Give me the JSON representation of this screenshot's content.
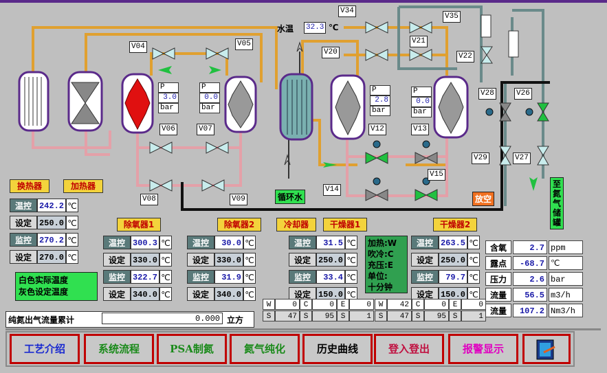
{
  "valves": [
    "V34",
    "V35",
    "V04",
    "V05",
    "V20",
    "V21",
    "V22",
    "V28",
    "V26",
    "V06",
    "V07",
    "V12",
    "V13",
    "V29",
    "V27",
    "V15",
    "V14",
    "V08",
    "V09"
  ],
  "water_temp": {
    "label": "水温",
    "value": "32.3",
    "unit": "℃"
  },
  "pressures": [
    {
      "label": "P",
      "value": "3.0",
      "unit": "bar"
    },
    {
      "label": "P",
      "value": "0.0",
      "unit": "bar"
    },
    {
      "label": "P",
      "value": "2.8",
      "unit": "bar"
    },
    {
      "label": "P",
      "value": "0.0",
      "unit": "bar"
    }
  ],
  "circulating_water": "循环水",
  "vent": "放空",
  "storage": "至氮气储罐",
  "heat_exchanger": {
    "title": "换热器"
  },
  "heater": {
    "title": "加热器",
    "rows": [
      {
        "k": "温控",
        "v": "242.2",
        "u": "℃"
      },
      {
        "k": "设定",
        "v": "250.0",
        "u": "℃"
      },
      {
        "k": "监控",
        "v": "270.2",
        "u": "℃"
      },
      {
        "k": "设定",
        "v": "270.0",
        "u": "℃"
      }
    ]
  },
  "deox1": {
    "title": "除氧器1",
    "rows": [
      {
        "k": "温控",
        "v": "300.3",
        "u": "℃"
      },
      {
        "k": "设定",
        "v": "330.0",
        "u": "℃"
      },
      {
        "k": "监控",
        "v": "322.7",
        "u": "℃"
      },
      {
        "k": "设定",
        "v": "340.0",
        "u": "℃"
      }
    ]
  },
  "deox2": {
    "title": "除氧器2",
    "rows": [
      {
        "k": "温控",
        "v": "30.0",
        "u": "℃"
      },
      {
        "k": "设定",
        "v": "330.0",
        "u": "℃"
      },
      {
        "k": "监控",
        "v": "31.9",
        "u": "℃"
      },
      {
        "k": "设定",
        "v": "340.0",
        "u": "℃"
      }
    ]
  },
  "cooler": {
    "title": "冷却器"
  },
  "dryer1": {
    "title": "干燥器1",
    "rows": [
      {
        "k": "温控",
        "v": "31.5",
        "u": "℃"
      },
      {
        "k": "设定",
        "v": "250.0",
        "u": "℃"
      },
      {
        "k": "监控",
        "v": "33.4",
        "u": "℃"
      },
      {
        "k": "设定",
        "v": "150.0",
        "u": "℃"
      }
    ]
  },
  "dryer2": {
    "title": "干燥器2",
    "rows": [
      {
        "k": "温控",
        "v": "263.5",
        "u": "℃"
      },
      {
        "k": "设定",
        "v": "250.0",
        "u": "℃"
      },
      {
        "k": "监控",
        "v": "79.7",
        "u": "℃"
      },
      {
        "k": "设定",
        "v": "150.0",
        "u": "℃"
      }
    ]
  },
  "legend_box": {
    "line1": "加热:W",
    "line2": "吹冷:C",
    "line3": "充压:E",
    "line4": "单位:",
    "line5": "十分钟"
  },
  "note": {
    "line1": "白色实际温度",
    "line2": "灰色设定温度"
  },
  "counters_left": [
    [
      "W",
      "0"
    ],
    [
      "C",
      "0"
    ],
    [
      "E",
      "0"
    ],
    [
      "S",
      "47"
    ],
    [
      "S",
      "95"
    ],
    [
      "S",
      "1"
    ]
  ],
  "counters_right": [
    [
      "W",
      "42"
    ],
    [
      "C",
      "0"
    ],
    [
      "E",
      "0"
    ],
    [
      "S",
      "47"
    ],
    [
      "S",
      "95"
    ],
    [
      "S",
      "1"
    ]
  ],
  "analysis": [
    {
      "k": "含氧",
      "v": "2.7",
      "u": "ppm"
    },
    {
      "k": "露点",
      "v": "-68.7",
      "u": "℃"
    },
    {
      "k": "压力",
      "v": "2.6",
      "u": "bar"
    },
    {
      "k": "流量",
      "v": "56.5",
      "u": "m3/h"
    },
    {
      "k": "流量",
      "v": "107.2",
      "u": "Nm3/h"
    }
  ],
  "total_flow": {
    "label": "纯氮出气流量累计",
    "value": "0.000",
    "unit": "立方"
  },
  "nav": [
    {
      "label": "工艺介绍",
      "color": "#1a2ad0"
    },
    {
      "label": "系统流程",
      "color": "#1a8a1a"
    },
    {
      "label": "PSA制氮",
      "color": "#1a8a1a"
    },
    {
      "label": "氮气纯化",
      "color": "#1a8a1a"
    },
    {
      "label": "历史曲线",
      "color": "#000000"
    },
    {
      "label": "登入登出",
      "color": "#c01040"
    },
    {
      "label": "报警显示",
      "color": "#e000c0"
    }
  ]
}
